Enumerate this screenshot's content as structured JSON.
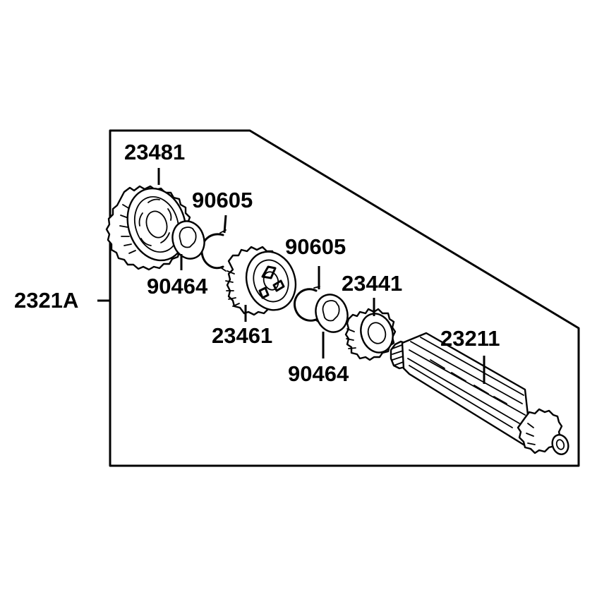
{
  "assembly": {
    "id": "2321A"
  },
  "parts": [
    {
      "key": "gear_large",
      "part_number": "23481",
      "icon": "gear-23481-icon"
    },
    {
      "key": "circlip_left",
      "part_number": "90605",
      "icon": "circlip-icon"
    },
    {
      "key": "washer_left",
      "part_number": "90464",
      "icon": "washer-icon"
    },
    {
      "key": "gear_mid",
      "part_number": "23461",
      "icon": "gear-23461-icon"
    },
    {
      "key": "circlip_right",
      "part_number": "90605",
      "icon": "circlip-icon"
    },
    {
      "key": "gear_small",
      "part_number": "23441",
      "icon": "gear-23441-icon"
    },
    {
      "key": "washer_right",
      "part_number": "90464",
      "icon": "washer-icon"
    },
    {
      "key": "shaft",
      "part_number": "23211",
      "icon": "shaft-icon"
    }
  ],
  "colors": {
    "ink": "#000000",
    "paper": "#ffffff"
  }
}
